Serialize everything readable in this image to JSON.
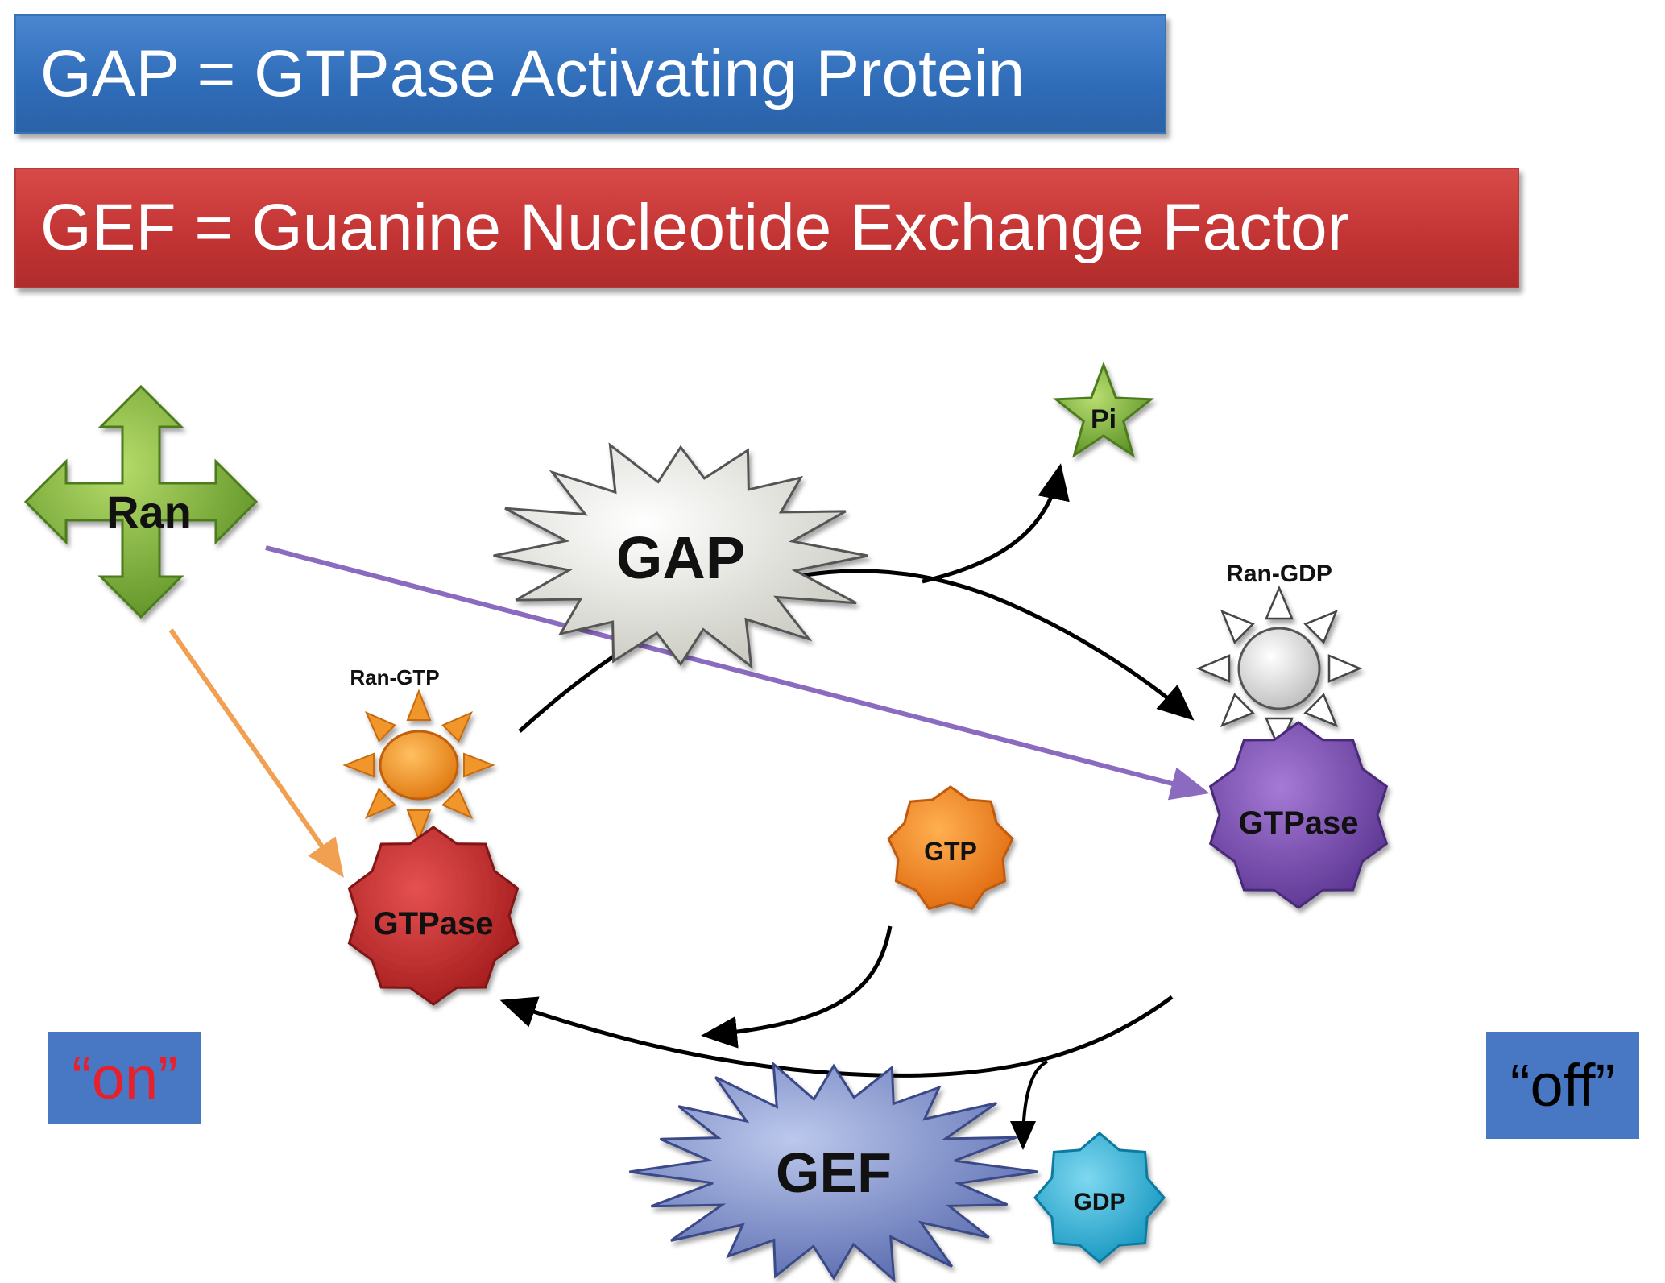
{
  "banners": {
    "gap": "GAP = GTPase Activating Protein",
    "gef": "GEF = Guanine Nucleotide Exchange Factor"
  },
  "nodes": {
    "ran": "Ran",
    "gap": "GAP",
    "pi": "Pi",
    "ran_gdp": "Ran-GDP",
    "ran_gtp": "Ran-GTP",
    "gtpase_on": "GTPase",
    "gtpase_off": "GTPase",
    "gtp": "GTP",
    "gef": "GEF",
    "gdp": "GDP"
  },
  "states": {
    "on": "“on”",
    "off": "“off”"
  },
  "colors": {
    "gap_banner": "#2f6cb8",
    "gef_banner": "#c23333",
    "ran_green": "#7fb23a",
    "gtpase_on_red": "#c8262a",
    "gtpase_off_purple": "#7a4bb0",
    "gtp_orange": "#f0841c",
    "gdp_cyan": "#2ab4d8",
    "gef_blue": "#7d8fc8",
    "purple_arrow": "#8a6bbf",
    "orange_arrow": "#f0a050"
  }
}
